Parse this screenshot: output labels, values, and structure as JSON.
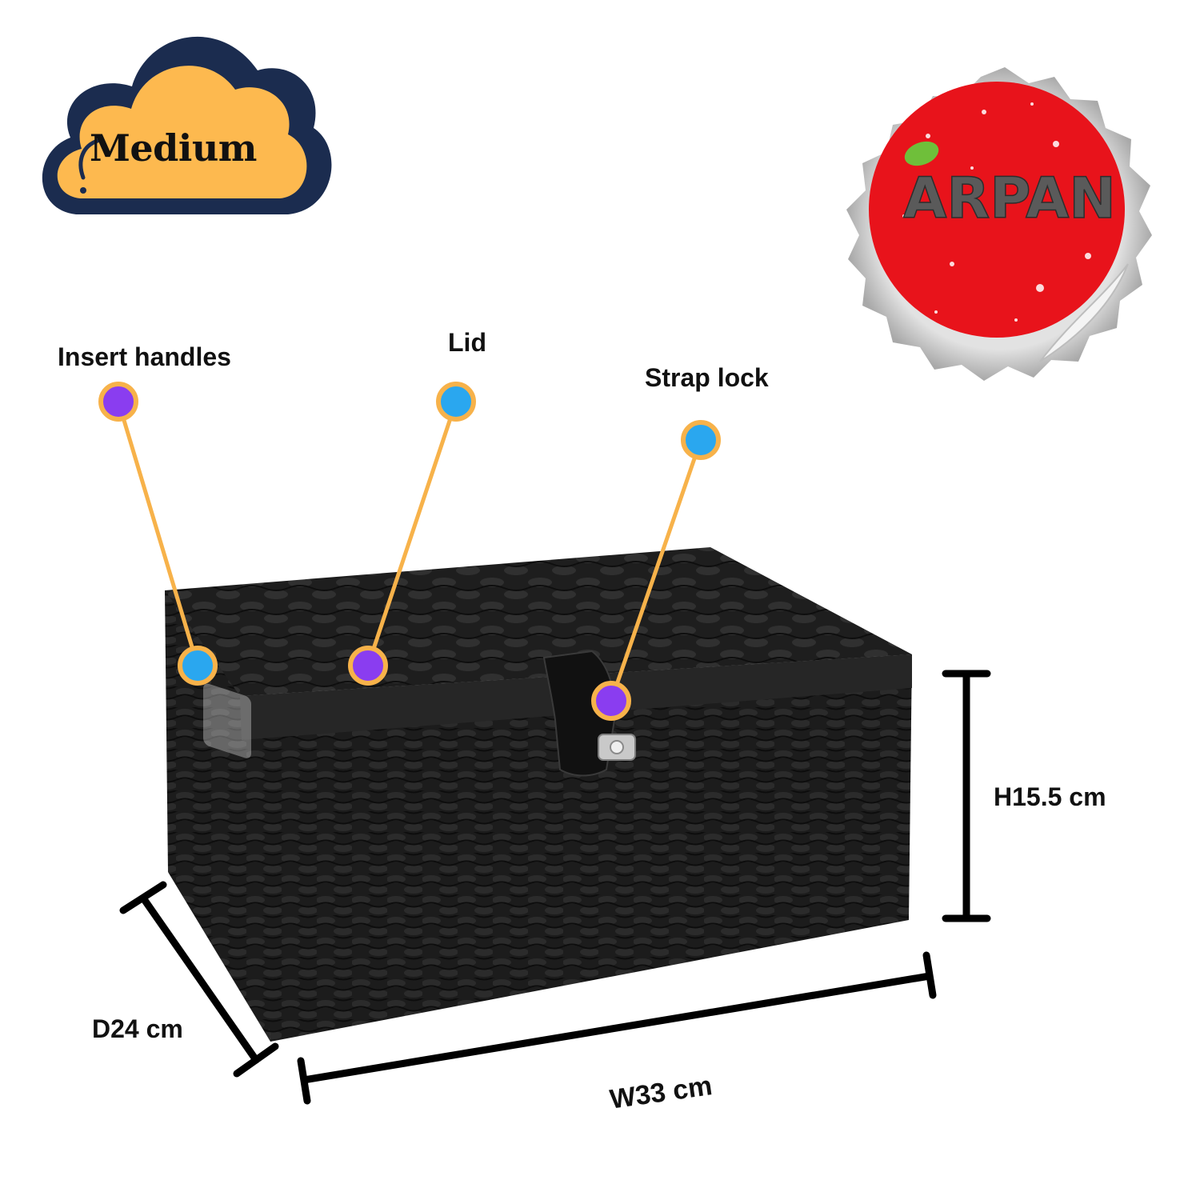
{
  "badge": {
    "size_label": "Medium",
    "cloud_fill": "#fdb94f",
    "cloud_outline": "#1b2c4f"
  },
  "brand_sticker": {
    "brand_name": "ARPAN",
    "stamp_color": "#e8131b",
    "rim_color": "#c9c9c9"
  },
  "callouts": [
    {
      "label": "Insert handles",
      "dot_color": "#8a3df0",
      "target_dot_color": "#2aa7ef"
    },
    {
      "label": "Lid",
      "dot_color": "#2aa7ef",
      "target_dot_color": "#8a3df0"
    },
    {
      "label": "Strap lock",
      "dot_color": "#2aa7ef",
      "target_dot_color": "#8a3df0"
    }
  ],
  "callout_line_color": "#f7b24a",
  "dimensions": {
    "height": "H15.5 cm",
    "width": "W33 cm",
    "depth": "D24 cm"
  },
  "product": {
    "color": "#1a1a1a",
    "description_icon": "wicker-storage-basket"
  }
}
